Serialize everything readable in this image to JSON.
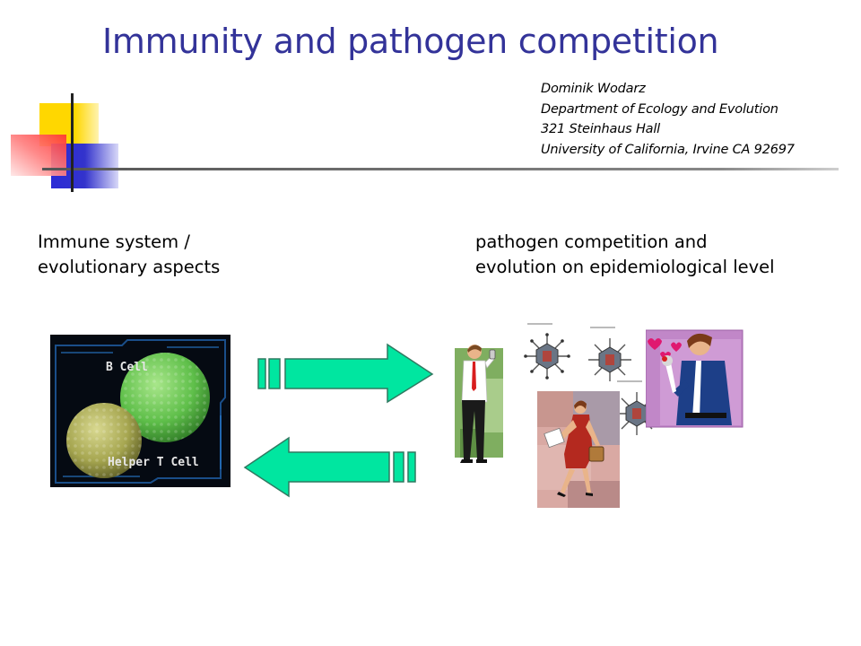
{
  "slide": {
    "title": "Immunity and pathogen competition",
    "colors": {
      "title": "#333399",
      "arrow_fill": "#00e6a0",
      "arrow_stroke": "#2f7a61"
    }
  },
  "author": {
    "name": "Dominik Wodarz",
    "department": "Department of Ecology and Evolution",
    "office": "321 Steinhaus Hall",
    "university": "University of California, Irvine CA 92697"
  },
  "captions": {
    "left_line1": "Immune system /",
    "left_line2": "evolutionary aspects",
    "right_line1": "pathogen competition and",
    "right_line2": "evolution on epidemiological level"
  },
  "micrograph": {
    "label_top": "B Cell",
    "label_bottom": "Helper T Cell"
  },
  "arrows": {
    "upper_direction": "right",
    "lower_direction": "left"
  },
  "icons": [
    "businessman-phone-clipart",
    "virus-structure-diagram",
    "woman-briefcase-clipart",
    "man-flower-hearts-clipart"
  ]
}
